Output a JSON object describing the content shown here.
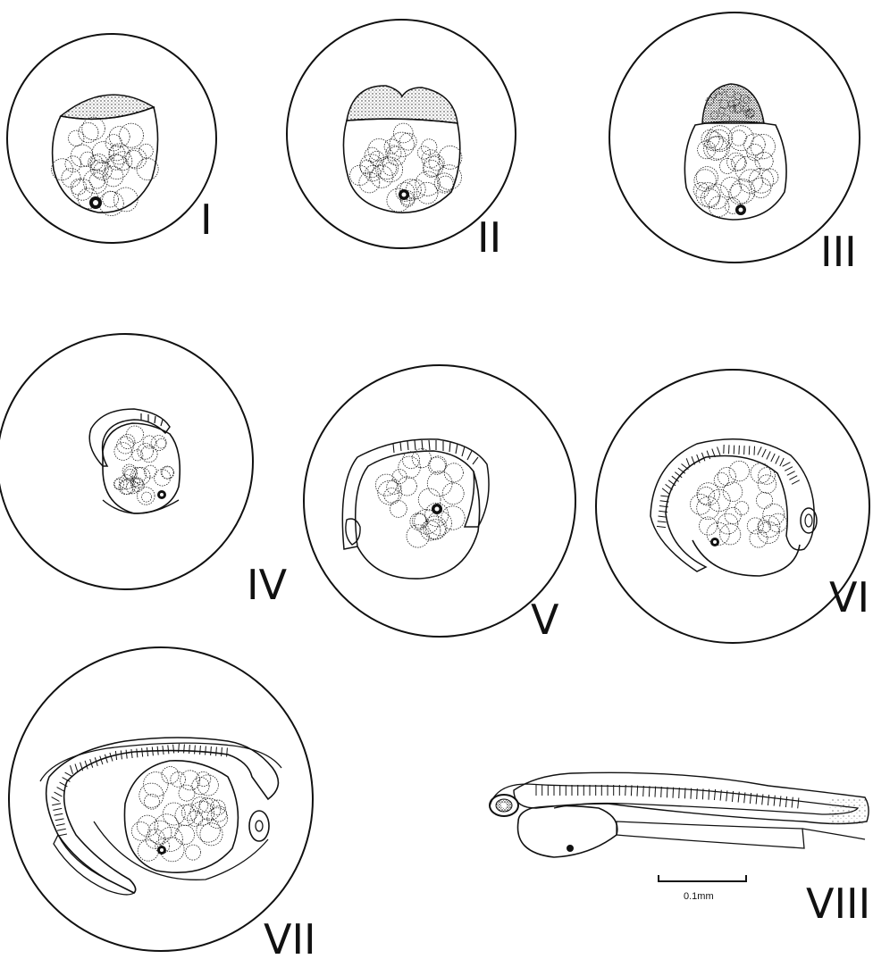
{
  "figure": {
    "stages": [
      {
        "id": "I",
        "label": "I"
      },
      {
        "id": "II",
        "label": "II"
      },
      {
        "id": "III",
        "label": "III"
      },
      {
        "id": "IV",
        "label": "IV"
      },
      {
        "id": "V",
        "label": "V"
      },
      {
        "id": "VI",
        "label": "VI"
      },
      {
        "id": "VII",
        "label": "VII"
      },
      {
        "id": "VIII",
        "label": "VIII"
      }
    ],
    "scale_bar": {
      "label": "0.1mm"
    },
    "colors": {
      "ink": "#111111",
      "paper": "#ffffff"
    }
  }
}
